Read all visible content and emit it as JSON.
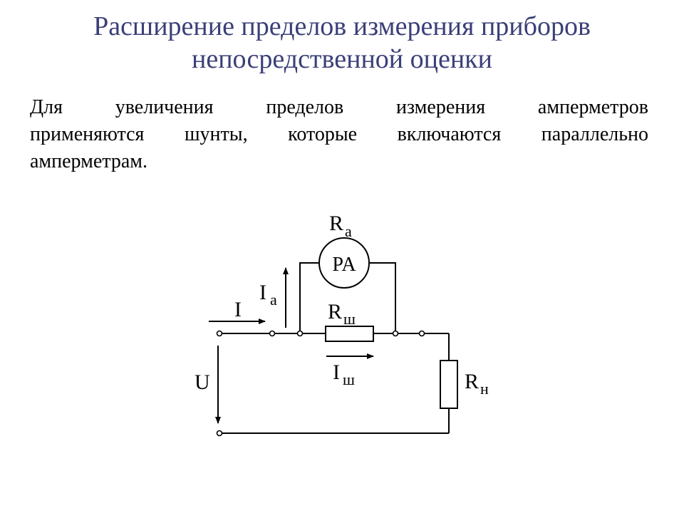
{
  "title": {
    "line1": "Расширение пределов измерения приборов",
    "line2": "непосредственной оценки"
  },
  "paragraph": {
    "line1": [
      "Для",
      "увеличения",
      "пределов",
      "измерения",
      "амперметров"
    ],
    "line2": [
      "применяются",
      "шунты,",
      "которые",
      "включаются",
      "параллельно"
    ],
    "line3": "амперметрам."
  },
  "diagram": {
    "ra_main": "R",
    "ra_sub": "a",
    "pa": "PA",
    "ia_main": "I",
    "ia_sub": "a",
    "i_label": "I",
    "rsh_main": "R",
    "rsh_sub": "ш",
    "ish_main": "I",
    "ish_sub": "ш",
    "u_label": "U",
    "rn_main": "R",
    "rn_sub": "н"
  }
}
